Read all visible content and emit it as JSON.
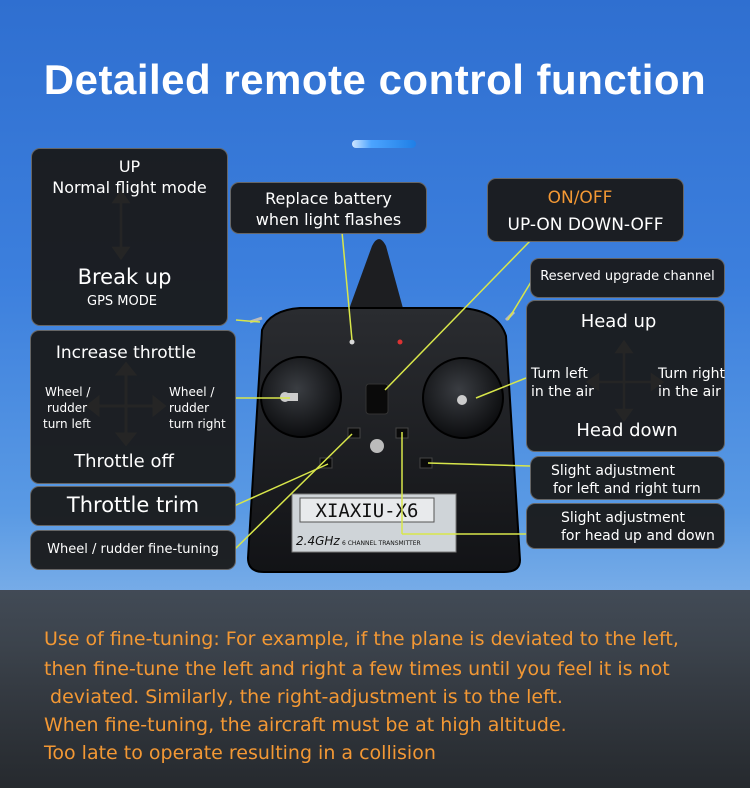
{
  "title": "Detailed remote control function",
  "callouts": {
    "flight_mode": {
      "up": "UP",
      "normal": "Normal flight mode",
      "break_up": "Break up",
      "gps": "GPS MODE"
    },
    "battery": {
      "line1": "Replace battery",
      "line2": "when light flashes"
    },
    "power": {
      "label": "ON/OFF",
      "desc": "UP-ON DOWN-OFF"
    },
    "reserved": "Reserved upgrade channel",
    "left_stick": {
      "increase": "Increase throttle",
      "wheel_left_1": "Wheel /",
      "wheel_left_2": "rudder",
      "wheel_left_3": "turn left",
      "wheel_right_1": "Wheel /",
      "wheel_right_2": "rudder",
      "wheel_right_3": "turn right",
      "throttle_off": "Throttle off"
    },
    "right_stick": {
      "head_up": "Head up",
      "turn_left_1": "Turn left",
      "turn_left_2": "in the air",
      "turn_right_1": "Turn right",
      "turn_right_2": "in the air",
      "head_down": "Head down"
    },
    "throttle_trim": "Throttle trim",
    "wheel_fine": "Wheel / rudder fine-tuning",
    "slight_lr": {
      "line1": "Slight adjustment",
      "line2": "for left and right turn"
    },
    "slight_ud": {
      "line1": "Slight adjustment",
      "line2": "for head up and down"
    }
  },
  "device": {
    "brand": "XIAXIU-X6",
    "freq": "2.4GHz",
    "channel": "6 CHANNEL TRANSMITTER"
  },
  "notes": [
    "Use of fine-tuning: For example, if the plane is deviated to the left,",
    "then fine-tune the left and right a few times until you feel it is not",
    " deviated. Similarly, the right-adjustment is to the left.",
    "When fine-tuning, the aircraft must be at high altitude.",
    "Too late to operate resulting in a collision"
  ],
  "colors": {
    "accent_orange": "#f39834",
    "line_yellow": "#d8e64a"
  }
}
